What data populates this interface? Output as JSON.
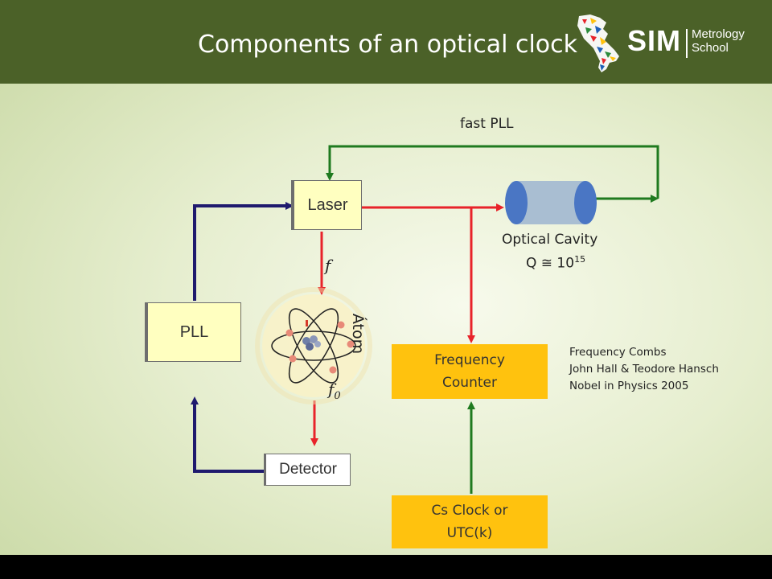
{
  "slide": {
    "title": "Components of an optical clock"
  },
  "logo": {
    "brand": "SIM",
    "line1": "Metrology",
    "line2": "School"
  },
  "diagram": {
    "laser": "Laser",
    "pll": "PLL",
    "detector": "Detector",
    "fast_pll": "fast PLL",
    "optical_cavity": "Optical Cavity",
    "q_prefix": "Q ≅ 10",
    "q_exp": "15",
    "freq_symbol": "f",
    "atom_freq_symbol": "f",
    "atom_freq_subscript": "0",
    "atom_label": "Átom",
    "frequency_counter_line1": "Frequency",
    "frequency_counter_line2": "Counter",
    "cs_clock_line1": "Cs Clock or",
    "cs_clock_line2": "UTC(k)",
    "note_line1": "Frequency Combs",
    "note_line2": "John Hall & Teodore Hansch",
    "note_line3": "Nobel in Physics 2005"
  },
  "colors": {
    "header": "#4b6128",
    "red_arrow": "#e8232a",
    "green_arrow": "#1f7a1f",
    "navy_arrow": "#1f1a6e",
    "orange_box": "#ffc20e",
    "yellow_box": "#ffffc0",
    "cavity_end": "#4a76c4",
    "cavity_body": "#a9bed2"
  }
}
